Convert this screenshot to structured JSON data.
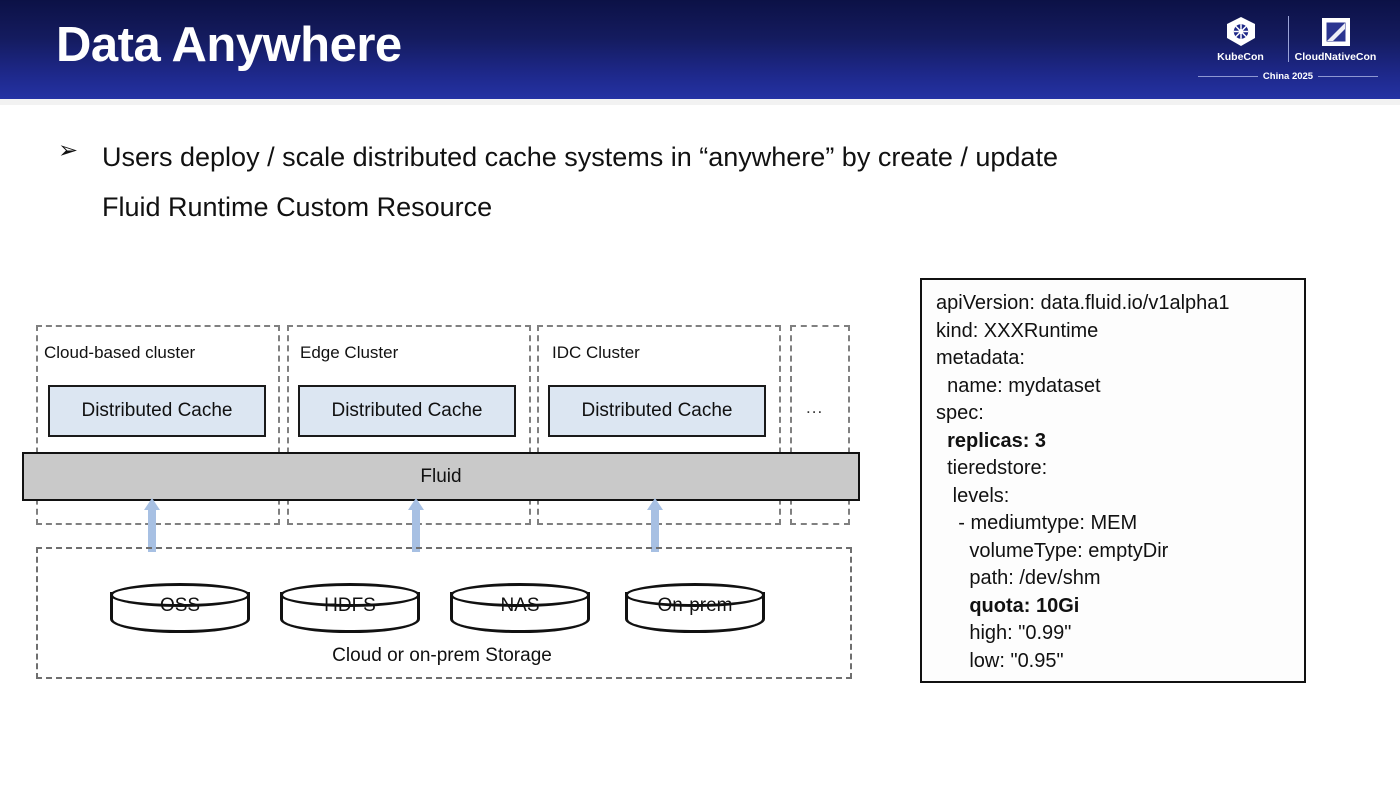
{
  "header": {
    "title": "Data Anywhere",
    "logo": {
      "left_name": "KubeCon",
      "right_name": "CloudNativeCon",
      "subtitle": "China 2025",
      "left_icon": "kubernetes-helm-icon",
      "right_icon": "cloudnativecon-square-icon"
    },
    "bg_top_color": "#0c1146",
    "bg_bottom_color": "#2432a4"
  },
  "bullet": {
    "marker": "➢",
    "text": "Users deploy / scale distributed cache systems in “anywhere” by create / update Fluid Runtime Custom Resource"
  },
  "diagram": {
    "clusters": [
      {
        "label": "Cloud-based cluster",
        "cache_label": "Distributed Cache"
      },
      {
        "label": "Edge Cluster",
        "cache_label": "Distributed Cache"
      },
      {
        "label": "IDC Cluster",
        "cache_label": "Distributed Cache"
      }
    ],
    "more_clusters_label": "...",
    "fluid_bar_label": "Fluid",
    "fluid_bar_color": "#c9c9c9",
    "cache_box_color": "#dce6f2",
    "arrow_color": "#a7c0e3",
    "storage": {
      "caption": "Cloud or on-prem Storage",
      "items": [
        "OSS",
        "HDFS",
        "NAS",
        "On-prem"
      ]
    }
  },
  "code": {
    "lines": [
      {
        "text": "apiVersion: data.fluid.io/v1alpha1",
        "bold": false
      },
      {
        "text": "kind: XXXRuntime",
        "bold": false
      },
      {
        "text": "metadata:",
        "bold": false
      },
      {
        "text": "  name: mydataset",
        "bold": false
      },
      {
        "text": "spec:",
        "bold": false
      },
      {
        "text": "  replicas: 3",
        "bold": true
      },
      {
        "text": "  tieredstore:",
        "bold": false
      },
      {
        "text": "   levels:",
        "bold": false
      },
      {
        "text": "    - mediumtype: MEM",
        "bold": false
      },
      {
        "text": "      volumeType: emptyDir",
        "bold": false
      },
      {
        "text": "      path: /dev/shm",
        "bold": false
      },
      {
        "text": "      quota: 10Gi",
        "bold": true
      },
      {
        "text": "      high: \"0.99\"",
        "bold": false
      },
      {
        "text": "      low: \"0.95\"",
        "bold": false
      }
    ]
  }
}
